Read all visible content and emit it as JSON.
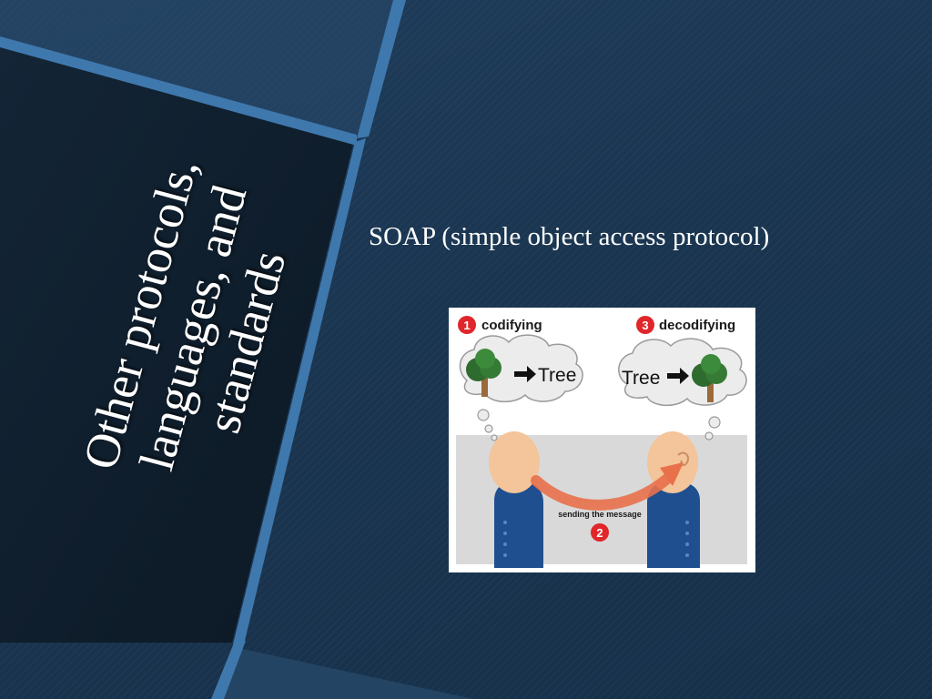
{
  "slide": {
    "title_lines": [
      "Other protocols,",
      "languages, and",
      "standards"
    ],
    "subtitle": "SOAP (simple object access protocol)"
  },
  "diagram": {
    "step1_num": "1",
    "step1_label": "codifying",
    "step2_num": "2",
    "step2_label": "sending the message",
    "step3_num": "3",
    "step3_label": "decodifying",
    "word_left": "Tree",
    "word_right": "Tree",
    "colors": {
      "badge": "#e0262b",
      "arrow": "#e8704a",
      "shirt": "#1f4f8f",
      "skin": "#f4c49a",
      "floor": "#d9d9d9",
      "tree_leaf": "#2e6b2e",
      "tree_trunk": "#9b6a3a"
    }
  }
}
